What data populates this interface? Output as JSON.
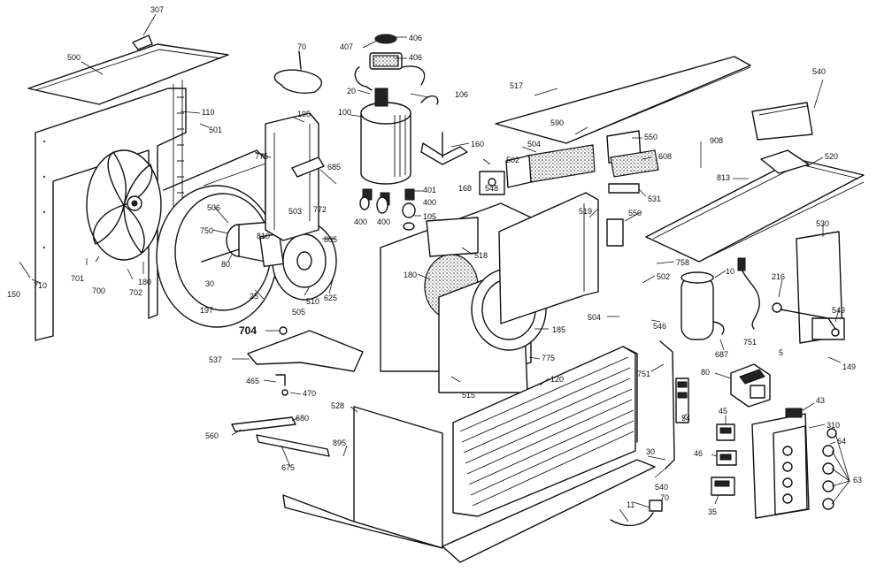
{
  "labels": [
    {
      "id": "307",
      "text": "307"
    },
    {
      "id": "500",
      "text": "500"
    },
    {
      "id": "110",
      "text": "110"
    },
    {
      "id": "501",
      "text": "501"
    },
    {
      "id": "195",
      "text": "195"
    },
    {
      "id": "775a",
      "text": "775"
    },
    {
      "id": "70",
      "text": "70"
    },
    {
      "id": "407",
      "text": "407"
    },
    {
      "id": "406a",
      "text": "406"
    },
    {
      "id": "406b",
      "text": "406"
    },
    {
      "id": "20",
      "text": "20"
    },
    {
      "id": "106",
      "text": "106"
    },
    {
      "id": "100",
      "text": "100"
    },
    {
      "id": "160",
      "text": "160"
    },
    {
      "id": "517",
      "text": "517"
    },
    {
      "id": "590",
      "text": "590"
    },
    {
      "id": "550a",
      "text": "550"
    },
    {
      "id": "908",
      "text": "908"
    },
    {
      "id": "540a",
      "text": "540"
    },
    {
      "id": "520",
      "text": "520"
    },
    {
      "id": "685",
      "text": "685"
    },
    {
      "id": "503",
      "text": "503"
    },
    {
      "id": "772",
      "text": "772"
    },
    {
      "id": "401",
      "text": "401"
    },
    {
      "id": "400a",
      "text": "400"
    },
    {
      "id": "400b",
      "text": "400"
    },
    {
      "id": "400c",
      "text": "400"
    },
    {
      "id": "105",
      "text": "105"
    },
    {
      "id": "504a",
      "text": "504"
    },
    {
      "id": "502a",
      "text": "502"
    },
    {
      "id": "168",
      "text": "168"
    },
    {
      "id": "548",
      "text": "548"
    },
    {
      "id": "608",
      "text": "608"
    },
    {
      "id": "531",
      "text": "531"
    },
    {
      "id": "519",
      "text": "519"
    },
    {
      "id": "550b",
      "text": "550"
    },
    {
      "id": "813",
      "text": "813"
    },
    {
      "id": "150",
      "text": "150"
    },
    {
      "id": "710",
      "text": "710"
    },
    {
      "id": "701",
      "text": "701"
    },
    {
      "id": "700",
      "text": "700"
    },
    {
      "id": "702",
      "text": "702"
    },
    {
      "id": "180a",
      "text": "180"
    },
    {
      "id": "506",
      "text": "506"
    },
    {
      "id": "750",
      "text": "750"
    },
    {
      "id": "810",
      "text": "810"
    },
    {
      "id": "805",
      "text": "805"
    },
    {
      "id": "80a",
      "text": "80"
    },
    {
      "id": "30",
      "text": "30"
    },
    {
      "id": "25",
      "text": "25"
    },
    {
      "id": "197",
      "text": "197"
    },
    {
      "id": "505",
      "text": "505"
    },
    {
      "id": "510",
      "text": "510"
    },
    {
      "id": "625",
      "text": "625"
    },
    {
      "id": "518",
      "text": "518"
    },
    {
      "id": "180b",
      "text": "180"
    },
    {
      "id": "758",
      "text": "758"
    },
    {
      "id": "502b",
      "text": "502"
    },
    {
      "id": "10",
      "text": "10"
    },
    {
      "id": "216",
      "text": "216"
    },
    {
      "id": "530",
      "text": "530"
    },
    {
      "id": "549",
      "text": "549"
    },
    {
      "id": "504b",
      "text": "504"
    },
    {
      "id": "546",
      "text": "546"
    },
    {
      "id": "185",
      "text": "185"
    },
    {
      "id": "687",
      "text": "687"
    },
    {
      "id": "751a",
      "text": "751"
    },
    {
      "id": "5",
      "text": "5"
    },
    {
      "id": "149",
      "text": "149"
    },
    {
      "id": "704",
      "text": "704"
    },
    {
      "id": "537",
      "text": "537"
    },
    {
      "id": "465",
      "text": "465"
    },
    {
      "id": "470",
      "text": "470"
    },
    {
      "id": "775b",
      "text": "775"
    },
    {
      "id": "515",
      "text": "515"
    },
    {
      "id": "120",
      "text": "120"
    },
    {
      "id": "751b",
      "text": "751"
    },
    {
      "id": "80b",
      "text": "80"
    },
    {
      "id": "528",
      "text": "528"
    },
    {
      "id": "680",
      "text": "680"
    },
    {
      "id": "560",
      "text": "560"
    },
    {
      "id": "895",
      "text": "895"
    },
    {
      "id": "675",
      "text": "675"
    },
    {
      "id": "54",
      "text": "54"
    },
    {
      "id": "45",
      "text": "45"
    },
    {
      "id": "43",
      "text": "43"
    },
    {
      "id": "310",
      "text": "310"
    },
    {
      "id": "64",
      "text": "64"
    },
    {
      "id": "46",
      "text": "46"
    },
    {
      "id": "63",
      "text": "63"
    },
    {
      "id": "540b",
      "text": "540"
    },
    {
      "id": "30b",
      "text": "30"
    },
    {
      "id": "35",
      "text": "35"
    },
    {
      "id": "70b",
      "text": "70"
    },
    {
      "id": "11",
      "text": "11"
    }
  ]
}
